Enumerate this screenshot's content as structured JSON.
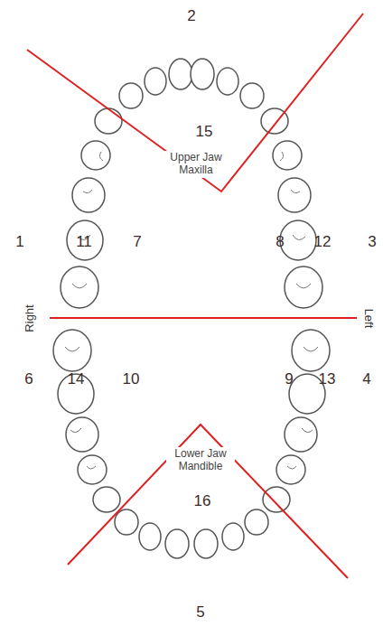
{
  "diagram": {
    "labels": [
      "2",
      "15",
      "Upper Jaw Maxilla",
      "1",
      "11",
      "7",
      "8",
      "12",
      "3",
      "Right",
      "Left",
      "6",
      "14",
      "10",
      "9",
      "13",
      "4",
      "Lower Jaw Mandible",
      "16",
      "5"
    ]
  }
}
